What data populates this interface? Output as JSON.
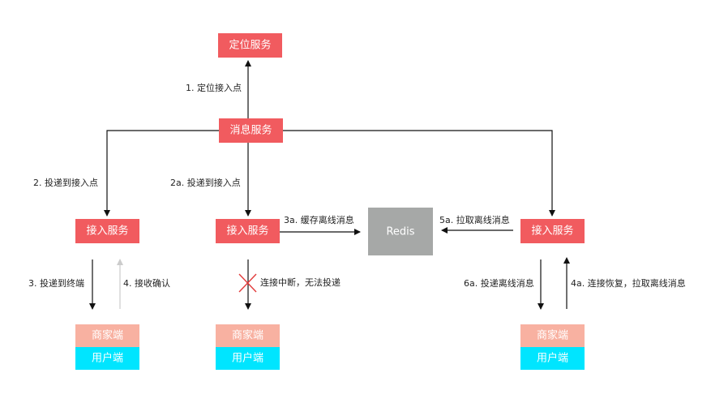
{
  "colors": {
    "service": "#f15b5f",
    "merchant": "#f8b1a1",
    "user": "#00e5ff",
    "redis": "#a6a8a7",
    "line": "#111111",
    "ack_line": "#cccccc",
    "fail_mark": "#e23b3b"
  },
  "nodes": {
    "locate_service": "定位服务",
    "message_service": "消息服务",
    "access_service_left": "接入服务",
    "access_service_mid": "接入服务",
    "access_service_right": "接入服务",
    "redis": "Redis",
    "merchant_left": "商家端",
    "user_left": "用户端",
    "merchant_mid": "商家端",
    "user_mid": "用户端",
    "merchant_right": "商家端",
    "user_right": "用户端"
  },
  "labels": {
    "step1": "1. 定位接入点",
    "step2": "2. 投递到接入点",
    "step2a": "2a. 投递到接入点",
    "step3": "3. 投递到终端",
    "step4": "4. 接收确认",
    "step3a": "3a. 缓存离线消息",
    "fail": "连接中断，无法投递",
    "step5a": "5a. 拉取离线消息",
    "step6a": "6a. 投递离线消息",
    "step4a": "4a. 连接恢复，拉取离线消息"
  },
  "icons": {
    "fail_mark": "cross-icon"
  }
}
